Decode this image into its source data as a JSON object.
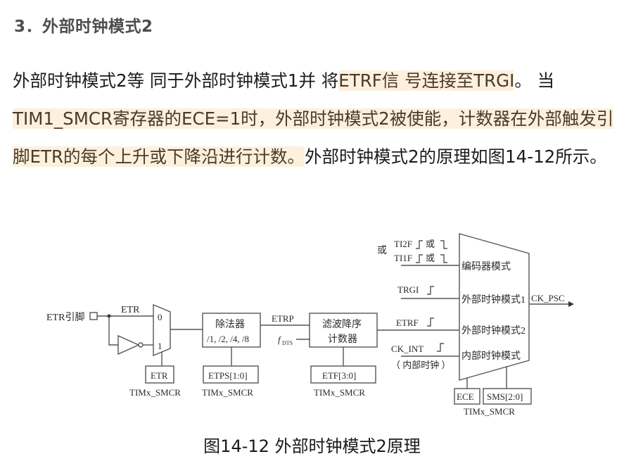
{
  "heading": "3．外部时钟模式2",
  "paragraph": {
    "seg1": "外部时钟模式2等 同于外部时钟模式1并 将",
    "seg2_hl": "ETRF信 号连接至TRGI",
    "seg3": "。 当",
    "seg4_hl": "TIM1_SMCR寄存器的ECE=1时，外部时钟模式2被使能，计数器在外部触发引脚ETR的每个上升或下降沿进行计数。",
    "seg5": "外部时钟模式2的原理如图14-12所示。"
  },
  "highlight_color": "#fdf0dc",
  "diagram": {
    "etr_pin": "ETR引脚",
    "etr_line": "ETR",
    "mux_in0": "0",
    "mux_in1": "1",
    "etr_reg": "ETR",
    "reg_label": "TIMx_SMCR",
    "divider_title": "除法器",
    "divider_vals": "/1, /2, /4, /8",
    "etrp": "ETRP",
    "fdts_f": "f",
    "fdts_sub": "DTS",
    "etps_reg": "ETPS[1:0]",
    "filter_line1": "滤波降序",
    "filter_line2": "计数器",
    "etf_reg": "ETF[3:0]",
    "or": "或",
    "ti2f": "TI2F",
    "ti1f": "TI1F",
    "or_small": "或",
    "trgi": "TRGI",
    "etrf": "ETRF",
    "ck_int": "CK_INT",
    "ck_int_note": "（ 内部时钟 ）",
    "mode_encoder": "编码器模式",
    "mode_ext1": "外部时钟模式1",
    "mode_ext2": "外部时钟模式2",
    "mode_int": "内部时钟模式",
    "ck_psc": "CK_PSC",
    "ece_reg": "ECE",
    "sms_reg": "SMS[2:0]"
  },
  "caption": "图14-12 外部时钟模式2原理"
}
